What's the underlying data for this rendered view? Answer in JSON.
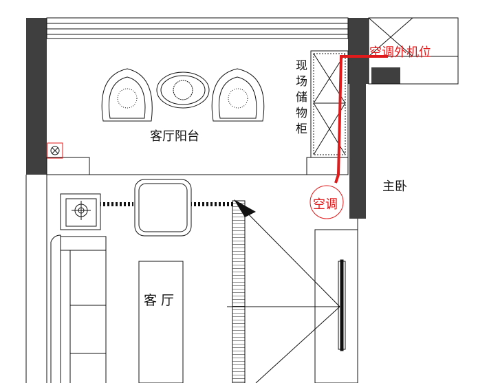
{
  "labels": {
    "balcony": "客厅阳台",
    "storage_cabinet": "现场储物柜",
    "ac_outdoor_unit": "空调外机位",
    "master_bedroom": "主卧",
    "air_conditioner": "空调",
    "living_room": "客 厅"
  },
  "colors": {
    "wall": "#3f3f3f",
    "line": "#111111",
    "ac_pipe": "#e0191a",
    "background": "#ffffff"
  }
}
